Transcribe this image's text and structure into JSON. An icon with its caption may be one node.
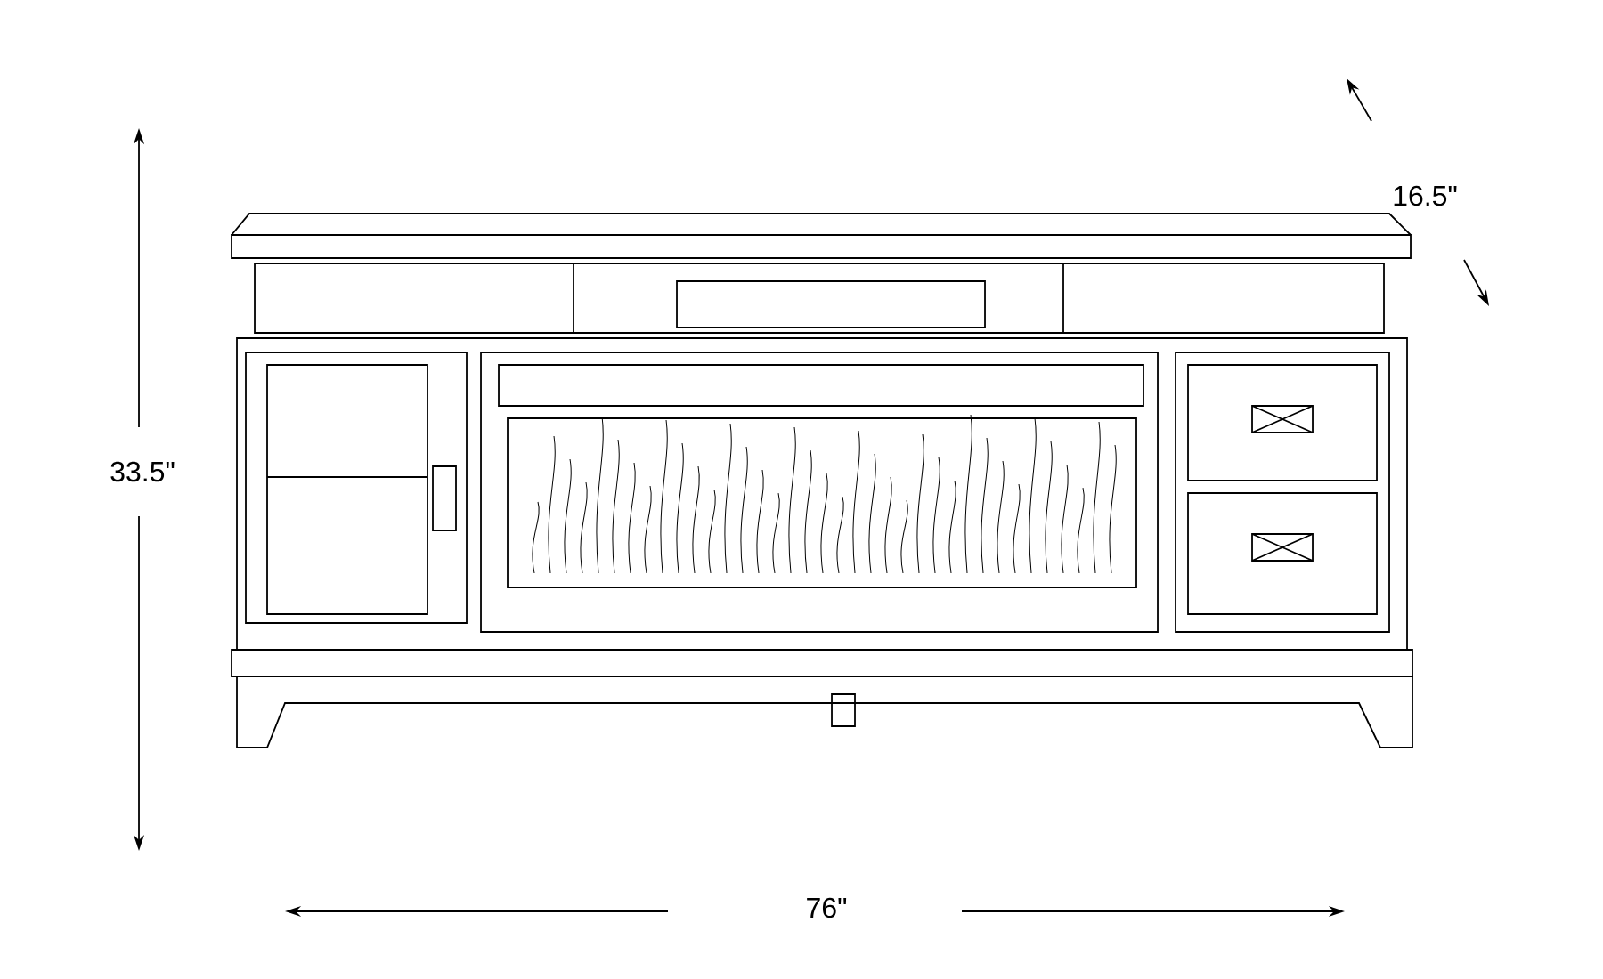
{
  "diagram": {
    "labels": [
      "16.5\"",
      "33.5\"",
      "76\""
    ]
  }
}
